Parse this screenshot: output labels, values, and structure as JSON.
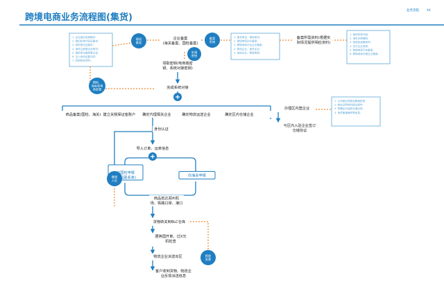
{
  "header": {
    "title": "跨境电商业务流程图(集货)",
    "right_label": "业务流程",
    "page_number": "44"
  },
  "colors": {
    "primary": "#1f7ec1",
    "accent": "#f0862d",
    "dark": "#1a1a1a",
    "note_border": "#5aa6d8"
  },
  "nodes": {
    "n_reg": [
      "企业备案",
      "(海关备案、国检备案)"
    ],
    "n_backup": [
      "备案所需资料(根据实",
      "际情况提供相应资料)"
    ],
    "n_keys": [
      "领取密钥(电商端密",
      "钥、系统对接密钥)"
    ],
    "n_dock": [
      "完成系统对接"
    ],
    "n_prod": [
      "商品备案(国检、海关)"
    ],
    "n_acct": [
      "建立关税保证金账户"
    ],
    "n_agent": [
      "确定代理报关企业"
    ],
    "n_logi": [
      "确定物流运送企业"
    ],
    "n_zone": [
      "确定区内仓储企业"
    ],
    "n_wh": [
      "办理区内登企业"
    ],
    "n_contract": [
      "与区内入驻企业签订",
      "仓储协议"
    ],
    "n_auth": [
      "身份认证"
    ],
    "n_import": [
      "导入订单、运单信息"
    ],
    "n_decl_l": [
      "向国检申报",
      "(开具联系单)"
    ],
    "n_decl_r": [
      "向海关申报"
    ],
    "n_arrive": [
      "商品抵达郑州机",
      "场、铁路口岸、港口"
    ],
    "n_transfer": [
      "货物转关到BLC仓库"
    ],
    "n_release": [
      "更换国开单、过X光",
      "机检查"
    ],
    "n_ship": [
      "物流企业派送出区"
    ],
    "n_receive": [
      "客户收到货物、物流企",
      "业反馈派送信息"
    ]
  },
  "circle_badges": {
    "b_reg": [
      "随机",
      "备案"
    ],
    "b_rec": [
      "备案",
      "系统"
    ],
    "b_keys": [
      "申请",
      "密钥"
    ],
    "b_track": [
      "国检、",
      "海关和电",
      "商监管"
    ],
    "b_tax": [
      "缴税",
      "入区"
    ],
    "b_audit": [
      "税收",
      "发票"
    ]
  },
  "notes": {
    "note1": [
      "1. 企业营业执照副本;",
      "2. 组织机构代码证副本;",
      "3. 税务登记证副本;",
      "4. 海关注册登记证明书;",
      "5. 报检单位备案登记证;",
      "6. 法人身份证复印件;",
      "7. 其他相关资料。"
    ],
    "note2": [
      "1. 报关单位、报检单位;",
      "2. 跨境电商企业备案;",
      "3. 跨境电商平台企业备案;",
      "4. 物流企业、报关企业;",
      "5. 海关企业、跨境电商。"
    ],
    "note3": [
      "1. 组织机构代码;",
      "2. 海关注册编码;",
      "3. 检验检疫备案号;",
      "4. 支付企业资质;",
      "5. 跨境电商平台备案;",
      "6. 跨境电商仓储企业备案。"
    ],
    "note4": [
      "1. 公司营业执照及备案信息;",
      "2. 相关证明材料提交原件;",
      "3. 签署区内保税仓储合同;",
      "4. 海关备案编号等信息。"
    ]
  }
}
